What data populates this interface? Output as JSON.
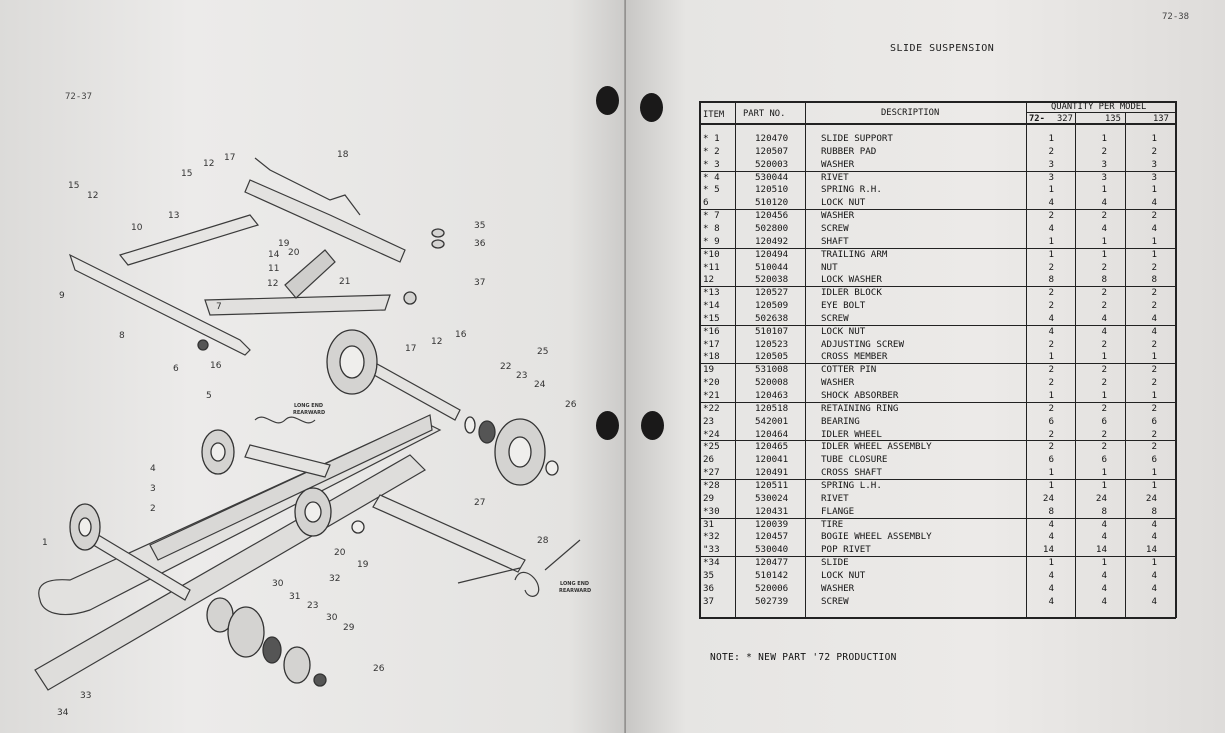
{
  "left_page": {
    "page_number": "72-37",
    "labels": {
      "long_end_1_line1": "LONG END",
      "long_end_1_line2": "REARWARD",
      "long_end_2_line1": "LONG END",
      "long_end_2_line2": "REARWARD"
    }
  },
  "right_page": {
    "page_number": "72-38",
    "title": "SLIDE SUSPENSION",
    "table": {
      "headers": {
        "item": "ITEM",
        "part_no": "PART NO.",
        "description": "DESCRIPTION",
        "quantity": "QUANTITY PER MODEL",
        "year": "72-",
        "models": [
          "327",
          "135",
          "137"
        ]
      },
      "rows": [
        {
          "item": "* 1",
          "part": "120470",
          "desc": "SLIDE SUPPORT",
          "q": [
            "1",
            "1",
            "1"
          ]
        },
        {
          "item": "* 2",
          "part": "120507",
          "desc": "RUBBER PAD",
          "q": [
            "2",
            "2",
            "2"
          ]
        },
        {
          "item": "* 3",
          "part": "520003",
          "desc": "WASHER",
          "q": [
            "3",
            "3",
            "3"
          ]
        },
        {
          "item": "* 4",
          "part": "530044",
          "desc": "RIVET",
          "q": [
            "3",
            "3",
            "3"
          ]
        },
        {
          "item": "* 5",
          "part": "120510",
          "desc": "SPRING R.H.",
          "q": [
            "1",
            "1",
            "1"
          ]
        },
        {
          "item": "6",
          "part": "510120",
          "desc": "LOCK NUT",
          "q": [
            "4",
            "4",
            "4"
          ]
        },
        {
          "item": "* 7",
          "part": "120456",
          "desc": "WASHER",
          "q": [
            "2",
            "2",
            "2"
          ]
        },
        {
          "item": "* 8",
          "part": "502800",
          "desc": "SCREW",
          "q": [
            "4",
            "4",
            "4"
          ]
        },
        {
          "item": "* 9",
          "part": "120492",
          "desc": "SHAFT",
          "q": [
            "1",
            "1",
            "1"
          ]
        },
        {
          "item": "*10",
          "part": "120494",
          "desc": "TRAILING ARM",
          "q": [
            "1",
            "1",
            "1"
          ]
        },
        {
          "item": "*11",
          "part": "510044",
          "desc": "NUT",
          "q": [
            "2",
            "2",
            "2"
          ]
        },
        {
          "item": "12",
          "part": "520038",
          "desc": "LOCK WASHER",
          "q": [
            "8",
            "8",
            "8"
          ]
        },
        {
          "item": "*13",
          "part": "120527",
          "desc": "IDLER BLOCK",
          "q": [
            "2",
            "2",
            "2"
          ]
        },
        {
          "item": "*14",
          "part": "120509",
          "desc": "EYE BOLT",
          "q": [
            "2",
            "2",
            "2"
          ]
        },
        {
          "item": "*15",
          "part": "502638",
          "desc": "SCREW",
          "q": [
            "4",
            "4",
            "4"
          ]
        },
        {
          "item": "*16",
          "part": "510107",
          "desc": "LOCK NUT",
          "q": [
            "4",
            "4",
            "4"
          ]
        },
        {
          "item": "*17",
          "part": "120523",
          "desc": "ADJUSTING SCREW",
          "q": [
            "2",
            "2",
            "2"
          ]
        },
        {
          "item": "*18",
          "part": "120505",
          "desc": "CROSS MEMBER",
          "q": [
            "1",
            "1",
            "1"
          ]
        },
        {
          "item": "19",
          "part": "531008",
          "desc": "COTTER PIN",
          "q": [
            "2",
            "2",
            "2"
          ]
        },
        {
          "item": "*20",
          "part": "520008",
          "desc": "WASHER",
          "q": [
            "2",
            "2",
            "2"
          ]
        },
        {
          "item": "*21",
          "part": "120463",
          "desc": "SHOCK ABSORBER",
          "q": [
            "1",
            "1",
            "1"
          ]
        },
        {
          "item": "*22",
          "part": "120518",
          "desc": "RETAINING RING",
          "q": [
            "2",
            "2",
            "2"
          ]
        },
        {
          "item": "23",
          "part": "542001",
          "desc": "BEARING",
          "q": [
            "6",
            "6",
            "6"
          ]
        },
        {
          "item": "*24",
          "part": "120464",
          "desc": "IDLER WHEEL",
          "q": [
            "2",
            "2",
            "2"
          ]
        },
        {
          "item": "*25",
          "part": "120465",
          "desc": "IDLER WHEEL ASSEMBLY",
          "q": [
            "2",
            "2",
            "2"
          ]
        },
        {
          "item": "26",
          "part": "120041",
          "desc": "TUBE CLOSURE",
          "q": [
            "6",
            "6",
            "6"
          ]
        },
        {
          "item": "*27",
          "part": "120491",
          "desc": "CROSS SHAFT",
          "q": [
            "1",
            "1",
            "1"
          ]
        },
        {
          "item": "*28",
          "part": "120511",
          "desc": "SPRING L.H.",
          "q": [
            "1",
            "1",
            "1"
          ]
        },
        {
          "item": "29",
          "part": "530024",
          "desc": "RIVET",
          "q": [
            "24",
            "24",
            "24"
          ]
        },
        {
          "item": "*30",
          "part": "120431",
          "desc": "FLANGE",
          "q": [
            "8",
            "8",
            "8"
          ]
        },
        {
          "item": "31",
          "part": "120039",
          "desc": "TIRE",
          "q": [
            "4",
            "4",
            "4"
          ]
        },
        {
          "item": "*32",
          "part": "120457",
          "desc": "BOGIE WHEEL ASSEMBLY",
          "q": [
            "4",
            "4",
            "4"
          ]
        },
        {
          "item": "\"33",
          "part": "530040",
          "desc": "POP RIVET",
          "q": [
            "14",
            "14",
            "14"
          ]
        },
        {
          "item": "*34",
          "part": "120477",
          "desc": "SLIDE",
          "q": [
            "1",
            "1",
            "1"
          ]
        },
        {
          "item": "35",
          "part": "510142",
          "desc": "LOCK NUT",
          "q": [
            "4",
            "4",
            "4"
          ]
        },
        {
          "item": "36",
          "part": "520006",
          "desc": "WASHER",
          "q": [
            "4",
            "4",
            "4"
          ]
        },
        {
          "item": "37",
          "part": "502739",
          "desc": "SCREW",
          "q": [
            "4",
            "4",
            "4"
          ]
        }
      ]
    },
    "note": "NOTE:  * NEW PART '72 PRODUCTION"
  },
  "callouts": [
    {
      "id": "c15a",
      "text": "15"
    },
    {
      "id": "c12a",
      "text": "12"
    },
    {
      "id": "c10",
      "text": "10"
    },
    {
      "id": "c13",
      "text": "13"
    },
    {
      "id": "c9",
      "text": "9"
    },
    {
      "id": "c15b",
      "text": "15"
    },
    {
      "id": "c12b",
      "text": "12"
    },
    {
      "id": "c17a",
      "text": "17"
    },
    {
      "id": "c18",
      "text": "18"
    },
    {
      "id": "c14",
      "text": "14"
    },
    {
      "id": "c11",
      "text": "11"
    },
    {
      "id": "c7",
      "text": "7"
    },
    {
      "id": "c12c",
      "text": "12"
    },
    {
      "id": "c19a",
      "text": "19"
    },
    {
      "id": "c20a",
      "text": "20"
    },
    {
      "id": "c21",
      "text": "21"
    },
    {
      "id": "c35",
      "text": "35"
    },
    {
      "id": "c36",
      "text": "36"
    },
    {
      "id": "c37",
      "text": "37"
    },
    {
      "id": "c16a",
      "text": "16"
    },
    {
      "id": "c12d",
      "text": "12"
    },
    {
      "id": "c17b",
      "text": "17"
    },
    {
      "id": "c8",
      "text": "8"
    },
    {
      "id": "c6",
      "text": "6"
    },
    {
      "id": "c16b",
      "text": "16"
    },
    {
      "id": "c5",
      "text": "5"
    },
    {
      "id": "c25",
      "text": "25"
    },
    {
      "id": "c22",
      "text": "22"
    },
    {
      "id": "c23a",
      "text": "23"
    },
    {
      "id": "c24",
      "text": "24"
    },
    {
      "id": "c26a",
      "text": "26"
    },
    {
      "id": "c4",
      "text": "4"
    },
    {
      "id": "c3",
      "text": "3"
    },
    {
      "id": "c2",
      "text": "2"
    },
    {
      "id": "c1",
      "text": "1"
    },
    {
      "id": "c27",
      "text": "27"
    },
    {
      "id": "c20b",
      "text": "20"
    },
    {
      "id": "c19b",
      "text": "19"
    },
    {
      "id": "c28",
      "text": "28"
    },
    {
      "id": "c30a",
      "text": "30"
    },
    {
      "id": "c31",
      "text": "31"
    },
    {
      "id": "c32",
      "text": "32"
    },
    {
      "id": "c23b",
      "text": "23"
    },
    {
      "id": "c30b",
      "text": "30"
    },
    {
      "id": "c29",
      "text": "29"
    },
    {
      "id": "c26b",
      "text": "26"
    },
    {
      "id": "c33",
      "text": "33"
    },
    {
      "id": "c34",
      "text": "34"
    }
  ]
}
